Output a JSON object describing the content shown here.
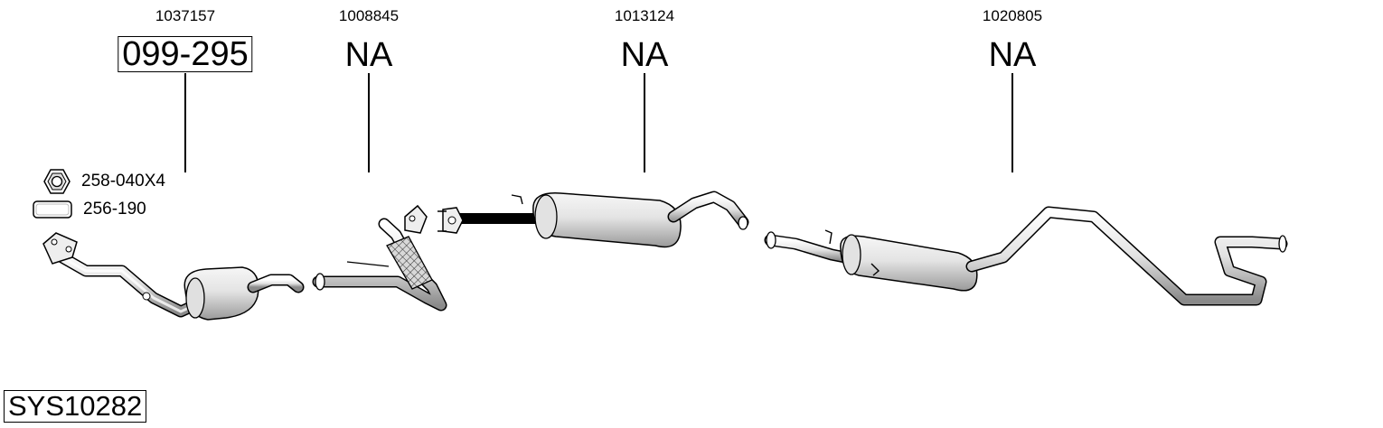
{
  "parts": [
    {
      "ref": "1037157",
      "label": "099-295",
      "boxed": true
    },
    {
      "ref": "1008845",
      "label": "NA",
      "boxed": false
    },
    {
      "ref": "1013124",
      "label": "NA",
      "boxed": false
    },
    {
      "ref": "1020805",
      "label": "NA",
      "boxed": false
    }
  ],
  "legend": [
    {
      "icon": "hex-nut-icon",
      "label": "258-040X4"
    },
    {
      "icon": "gasket-icon",
      "label": "256-190"
    }
  ],
  "system_code": "SYS10282"
}
